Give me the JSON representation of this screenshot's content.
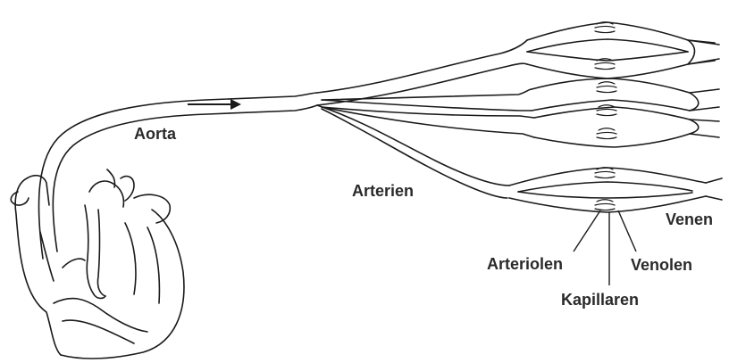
{
  "labels": {
    "aorta": "Aorta",
    "arterien": "Arterien",
    "venen": "Venen",
    "arteriolen": "Arteriolen",
    "venolen": "Venolen",
    "kapillaren": "Kapillaren"
  },
  "colors": {
    "ink": "#1a1a1a",
    "label": "#2a2a2a",
    "background": "#ffffff"
  },
  "icons": {
    "flow": "right-arrow-icon",
    "heart": "heart-drawing"
  }
}
